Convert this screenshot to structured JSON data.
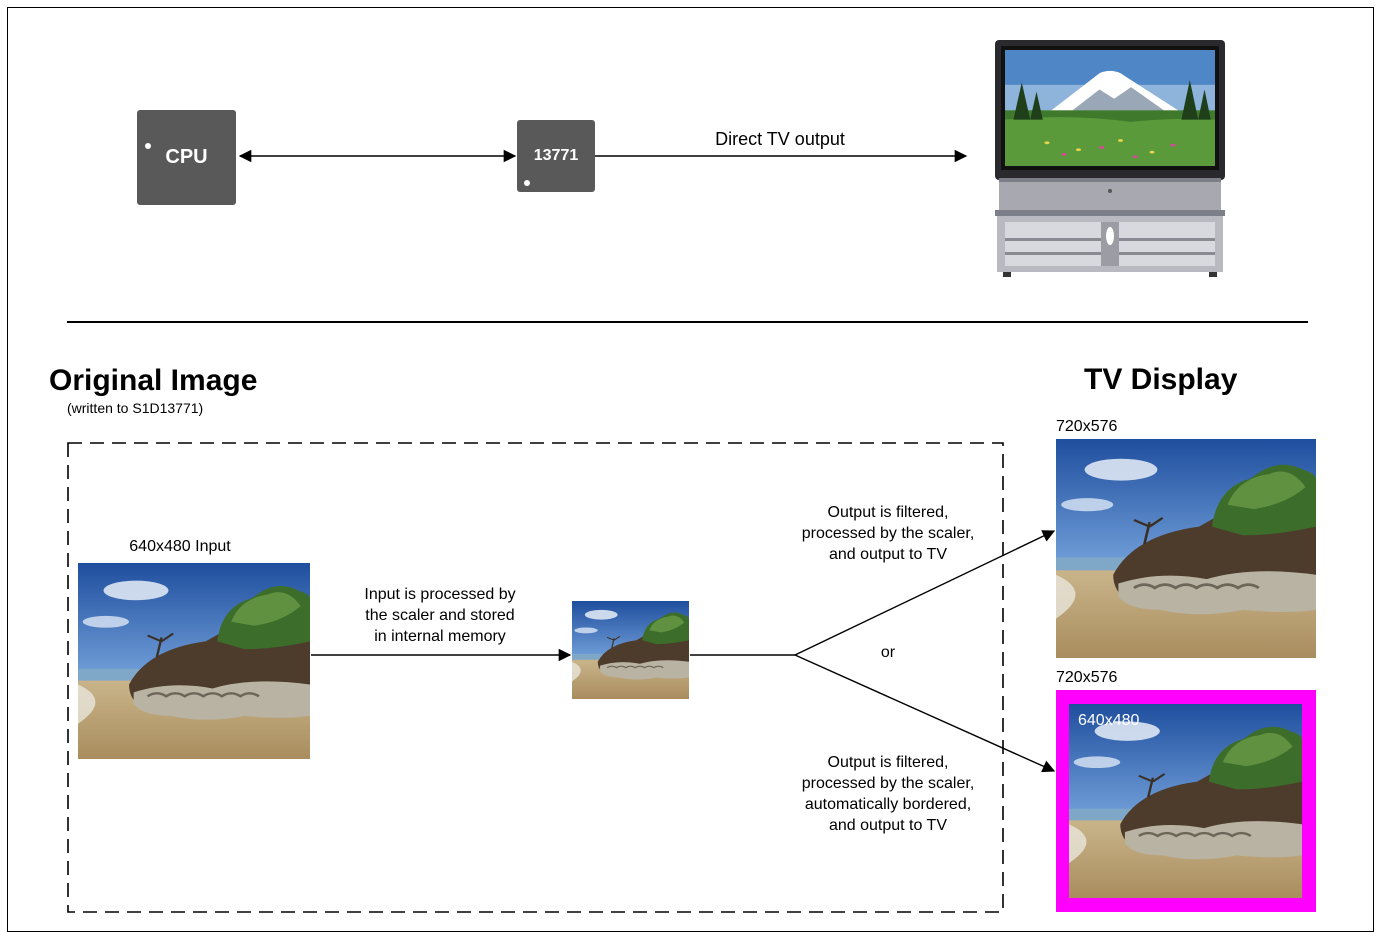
{
  "top": {
    "cpu_label": "CPU",
    "chip_label": "13771",
    "direct_tv_label": "Direct TV output"
  },
  "left": {
    "title": "Original Image",
    "subtitle": "(written to S1D13771)",
    "input_label": "640x480 Input",
    "process_lines": [
      "Input is processed by",
      "the scaler and stored",
      "in internal memory"
    ]
  },
  "right": {
    "title": "TV Display",
    "res_top": "720x576",
    "res_bottom": "720x576",
    "inner_res": "640x480",
    "or_label": "or",
    "output_top_lines": [
      "Output is filtered,",
      "processed by the scaler,",
      "and output to TV"
    ],
    "output_bottom_lines": [
      "Output is filtered,",
      "processed by the scaler,",
      "automatically bordered,",
      "and output to TV"
    ]
  },
  "colors": {
    "chip_gray": "#595959",
    "border_magenta": "#ff00ff"
  },
  "icons": {
    "tv": "tv-icon"
  }
}
